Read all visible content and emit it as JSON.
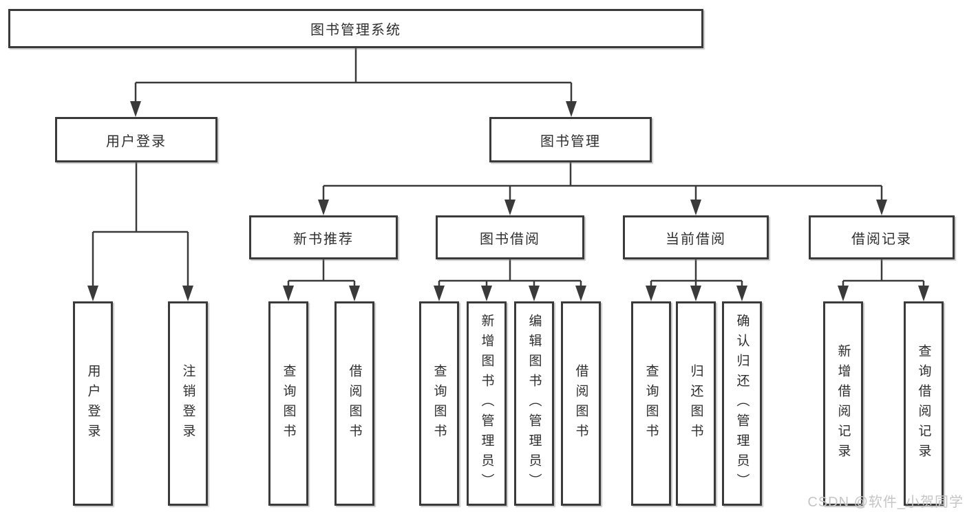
{
  "diagram": {
    "root": {
      "label": "图书管理系统"
    },
    "level2": [
      {
        "label": "用户登录"
      },
      {
        "label": "图书管理"
      }
    ],
    "level3": [
      {
        "label": "新书推荐",
        "parent": "图书管理"
      },
      {
        "label": "图书借阅",
        "parent": "图书管理"
      },
      {
        "label": "当前借阅",
        "parent": "图书管理"
      },
      {
        "label": "借阅记录",
        "parent": "图书管理"
      }
    ],
    "leaves": [
      {
        "label": "用户登录",
        "parent": "用户登录"
      },
      {
        "label": "注销登录",
        "parent": "用户登录"
      },
      {
        "label": "查询图书",
        "parent": "新书推荐"
      },
      {
        "label": "借阅图书",
        "parent": "新书推荐"
      },
      {
        "label": "查询图书",
        "parent": "图书借阅"
      },
      {
        "label": "新增图书（管理员）",
        "parent": "图书借阅"
      },
      {
        "label": "编辑图书（管理员）",
        "parent": "图书借阅"
      },
      {
        "label": "借阅图书",
        "parent": "图书借阅"
      },
      {
        "label": "查询图书",
        "parent": "当前借阅"
      },
      {
        "label": "归还图书",
        "parent": "当前借阅"
      },
      {
        "label": "确认归还（管理员）",
        "parent": "当前借阅"
      },
      {
        "label": "新增借阅记录",
        "parent": "借阅记录"
      },
      {
        "label": "查询借阅记录",
        "parent": "借阅记录"
      }
    ],
    "colors": {
      "border": "#3a3a3a",
      "line": "#3a3a3a",
      "text": "#2f2f2f",
      "background": "#ffffff",
      "watermark": "#c5c5c5"
    }
  },
  "watermark": {
    "text": "CSDN @软件_小贺同学"
  }
}
